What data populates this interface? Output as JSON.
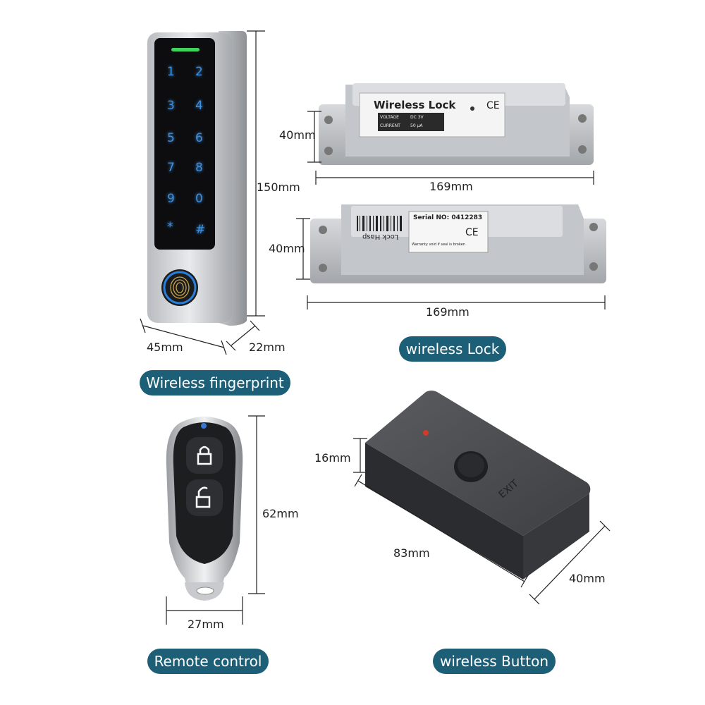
{
  "products": {
    "fingerprint": {
      "label": "Wireless fingerprint",
      "height": "150mm",
      "width": "45mm",
      "depth": "22mm",
      "keys": [
        "1",
        "2",
        "3",
        "4",
        "5",
        "6",
        "7",
        "8",
        "9",
        "0",
        "*",
        "#"
      ]
    },
    "lock": {
      "label": "wireless Lock",
      "front_title": "Wireless Lock",
      "front_rows": [
        [
          "VOLTAGE",
          "DC 3V"
        ],
        [
          "CURRENT",
          "50 µA"
        ]
      ],
      "ce_mark": "CE",
      "back_hasp": "Lock Hasp",
      "back_serial": "Serial NO: 0412283",
      "back_warranty": "Warranty void if seal is broken",
      "height_top": "40mm",
      "length_top": "169mm",
      "height_bottom": "40mm",
      "length_bottom": "169mm"
    },
    "remote": {
      "label": "Remote control",
      "height": "62mm",
      "width": "27mm"
    },
    "button": {
      "label": "wireless Button",
      "exit_text": "EXIT",
      "height": "16mm",
      "length": "83mm",
      "width": "40mm"
    }
  },
  "colors": {
    "pill": "#1e5f78",
    "key_glow": "#3b8fe0",
    "indicator": "#3cd45a",
    "fingerprint_ring": "#2c7fd8"
  }
}
